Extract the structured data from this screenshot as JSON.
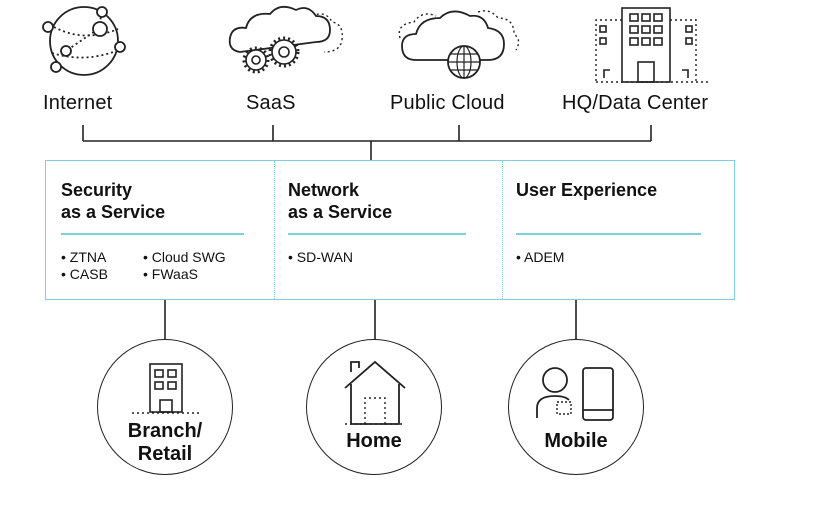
{
  "sources": [
    {
      "label": "Internet",
      "icon": "globe-network-icon"
    },
    {
      "label": "SaaS",
      "icon": "cloud-gears-icon"
    },
    {
      "label": "Public Cloud",
      "icon": "cloud-globe-icon"
    },
    {
      "label": "HQ/Data Center",
      "icon": "office-building-icon"
    }
  ],
  "services": [
    {
      "title_line1": "Security",
      "title_line2": "as a Service",
      "bullets": [
        "• ZTNA",
        "• CASB",
        "• Cloud SWG",
        "• FWaaS"
      ]
    },
    {
      "title_line1": "Network",
      "title_line2": "as a Service",
      "bullets": [
        "• SD-WAN"
      ]
    },
    {
      "title_line1": "User Experience",
      "title_line2": "",
      "bullets": [
        "• ADEM"
      ]
    }
  ],
  "endpoints": [
    {
      "label_line1": "Branch/",
      "label_line2": "Retail",
      "icon": "branch-building-icon"
    },
    {
      "label_line1": "Home",
      "label_line2": "",
      "icon": "house-icon"
    },
    {
      "label_line1": "Mobile",
      "label_line2": "",
      "icon": "person-phone-icon"
    }
  ],
  "colors": {
    "accent": "#7fcfdc",
    "line": "#222222"
  }
}
